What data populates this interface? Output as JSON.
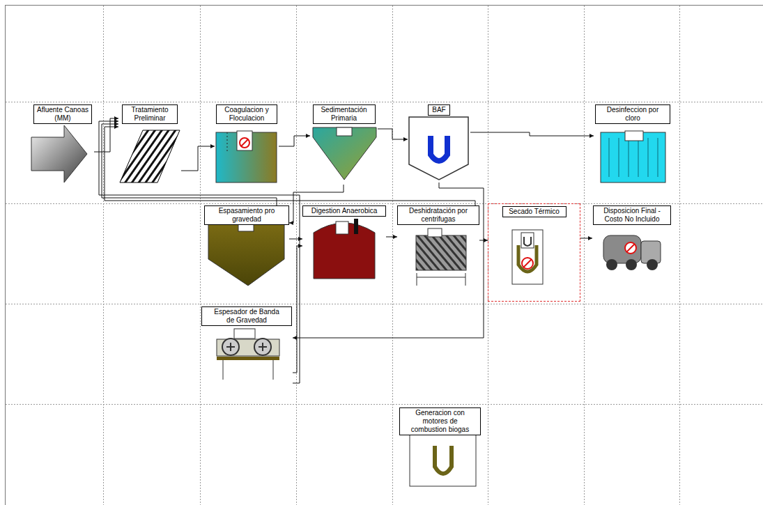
{
  "diagram": {
    "nodes": [
      {
        "text": [
          "Afluente Canoas (MM)"
        ]
      },
      {
        "text": [
          "Tratamiento Preliminar"
        ]
      },
      {
        "text": [
          "Coagulacion y Floculacion"
        ]
      },
      {
        "text": [
          "Sedimentación Primaria"
        ]
      },
      {
        "text": [
          "BAF"
        ]
      },
      {
        "text": [
          "Desinfeccion por cloro"
        ]
      },
      {
        "text": [
          "Espasamiento pro gravedad"
        ]
      },
      {
        "text": [
          "Digestion Anaerobica"
        ]
      },
      {
        "text": [
          "Deshidratación por centrifugas"
        ]
      },
      {
        "text": [
          "Secado Térmico"
        ]
      },
      {
        "text": [
          "Disposicion Final - Costo No Incluido"
        ]
      },
      {
        "text": [
          "Espesador de Banda de Gravedad"
        ]
      },
      {
        "text": [
          "Generacion con motores de combustion biogas"
        ]
      }
    ],
    "edges": [
      {
        "from": 0,
        "to": 1,
        "arrow": "to"
      },
      {
        "from": 1,
        "to": 2,
        "arrow": "to"
      },
      {
        "from": 2,
        "to": 3,
        "arrow": "to"
      },
      {
        "from": 3,
        "to": 4,
        "arrow": "to"
      },
      {
        "from": 4,
        "to": 5,
        "arrow": "to"
      },
      {
        "from": 3,
        "to": 6,
        "arrow": "to"
      },
      {
        "from": 4,
        "to": 11,
        "arrow": "to"
      },
      {
        "from": 6,
        "to": 7,
        "arrow": "to"
      },
      {
        "from": 11,
        "to": 7,
        "arrow": "to"
      },
      {
        "from": 7,
        "to": 8,
        "arrow": "to"
      },
      {
        "from": 8,
        "to": 9,
        "arrow": "to"
      },
      {
        "from": 9,
        "to": 10,
        "arrow": "to"
      },
      {
        "from": 6,
        "to": 1,
        "arrow": "to"
      },
      {
        "from": 8,
        "to": 1,
        "arrow": "to"
      },
      {
        "from": 11,
        "to": 1,
        "arrow": "to"
      }
    ]
  }
}
